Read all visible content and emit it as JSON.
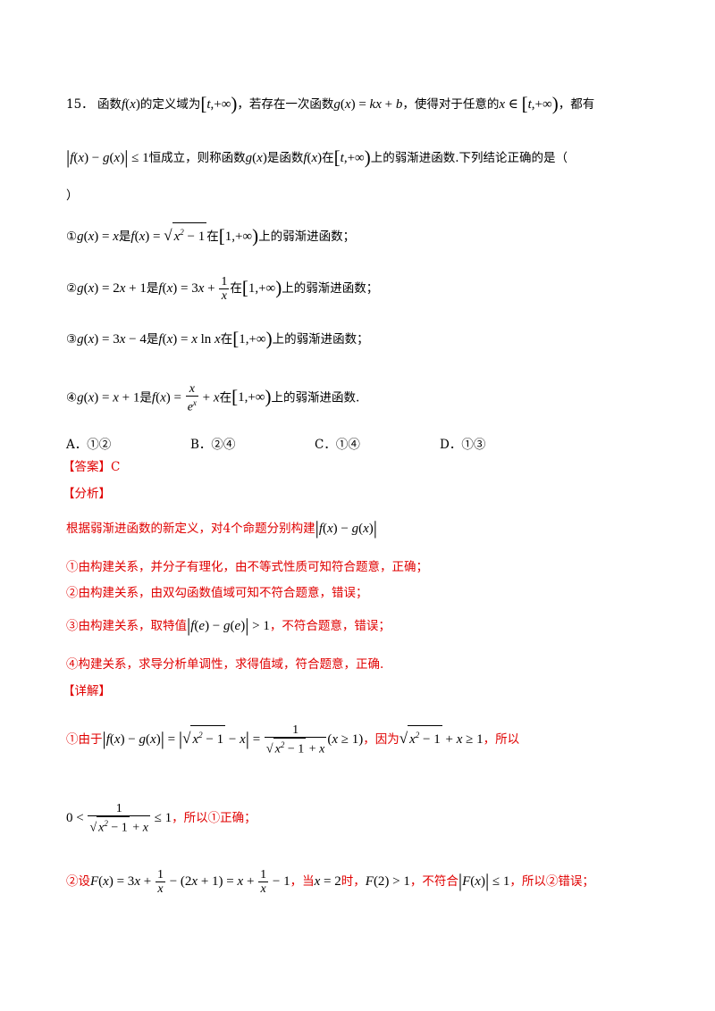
{
  "question": {
    "number": "15．",
    "line1": {
      "t1": "函数",
      "t2": "的定义域为",
      "t3": "，若存在一次函数",
      "t4": "，使得对于任意的",
      "t5": "，都有"
    },
    "line2": {
      "t1": "恒成立，则称函数",
      "t2": "是函数",
      "t3": "在",
      "t4": "上的弱渐进函数.下列结论正确的是（"
    },
    "line3": "）",
    "items": [
      {
        "marker": "①",
        "is": "是",
        "in": "在",
        "tail": "上的弱渐进函数；"
      },
      {
        "marker": "②",
        "is": "是",
        "in": "在",
        "tail": "上的弱渐进函数；"
      },
      {
        "marker": "③",
        "is": "是",
        "in": "在",
        "tail": "上的弱渐进函数；"
      },
      {
        "marker": "④",
        "is": "是",
        "in": "在",
        "tail": "上的弱渐进函数."
      }
    ],
    "options": [
      {
        "label": "A．①②"
      },
      {
        "label": "B．②④"
      },
      {
        "label": "C．①④"
      },
      {
        "label": "D．①③"
      }
    ]
  },
  "answer": {
    "label": "【答案】",
    "value": "C"
  },
  "analysis": {
    "label": "【分析】",
    "intro": "根据弱渐进函数的新定义，对4个命题分别构建",
    "p1": "①由构建关系，并分子有理化，由不等式性质可知符合题意，正确；",
    "p2": "②由构建关系，由双勾函数值域可知不符合题意，错误；",
    "p3a": "③由构建关系，取特值",
    "p3b": "，不符合题意，错误；",
    "p4": "④构建关系，求导分析单调性，求得值域，符合题意，正确."
  },
  "detail": {
    "label": "【详解】",
    "d1a": "①由于",
    "d1b": "，因为",
    "d1c": "，所以",
    "d2": "，所以①正确；",
    "d3a": "②设",
    "d3b": "，当",
    "d3c": "时，",
    "d3d": "，不符合",
    "d3e": "，所以②错误；"
  }
}
